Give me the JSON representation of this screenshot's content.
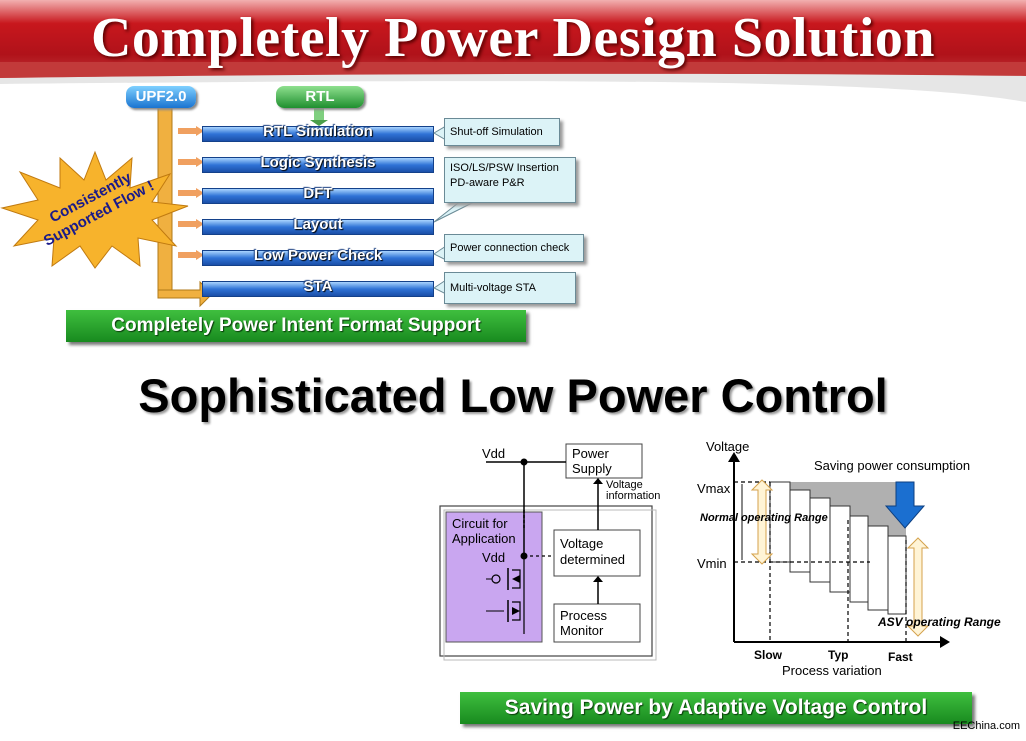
{
  "header": {
    "title": "Completely Power Design Solution"
  },
  "flow": {
    "inputs": [
      "UPF2.0",
      "RTL"
    ],
    "stages": [
      "RTL Simulation",
      "Logic Synthesis",
      "DFT",
      "Layout",
      "Low Power Check",
      "STA"
    ],
    "callouts": {
      "shutoff": "Shut-off Simulation",
      "insertion_line1": "ISO/LS/PSW Insertion",
      "insertion_line2": "PD-aware P&R",
      "power_check": "Power connection check",
      "sta": "Multi-voltage STA"
    },
    "badge_line1": "Consistently",
    "badge_line2": "Supported Flow !",
    "footer_bar": "Completely Power Intent Format Support"
  },
  "subtitle": "Sophisticated Low Power Control",
  "circuit": {
    "vdd_top": "Vdd",
    "power_supply_line1": "Power",
    "power_supply_line2": "Supply",
    "voltage_info_line1": "Voltage",
    "voltage_info_line2": "information",
    "circuit_line1": "Circuit for",
    "circuit_line2": "Application",
    "vdd_inner": "Vdd",
    "voltage_det_line1": "Voltage",
    "voltage_det_line2": "determined",
    "process_line1": "Process",
    "process_line2": "Monitor"
  },
  "chart": {
    "ylabel": "Voltage",
    "vmax": "Vmax",
    "vmin": "Vmin",
    "saving": "Saving power consumption",
    "normal_range": "Normal operating Range",
    "asv_range": "ASV operating Range",
    "x_ticks": [
      "Slow",
      "Typ",
      "Fast"
    ],
    "xlabel": "Process variation"
  },
  "bottom_bar": "Saving Power by Adaptive Voltage Control",
  "watermark": "EEChina.com",
  "colors": {
    "banner": "#b0121a",
    "stage": "#2f73d6",
    "green": "#188a1f",
    "circuit_fill": "#c9a6f0",
    "callout": "#dcf3f7"
  }
}
